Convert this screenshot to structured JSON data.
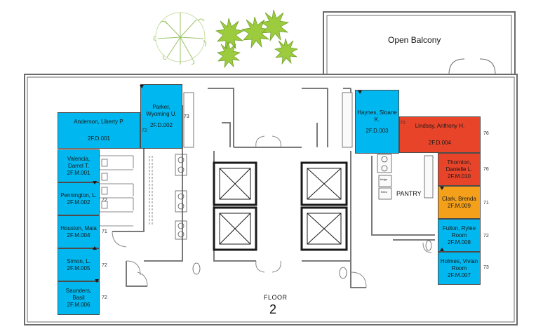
{
  "colors": {
    "blue": "#00b7ef",
    "red": "#e8442a",
    "orange": "#f5a01a",
    "wall": "#6b6b6b"
  },
  "balcony": {
    "label": "Open Balcony"
  },
  "floor": {
    "label": "FLOOR",
    "number": "2"
  },
  "pantry": {
    "label": "PANTRY",
    "fridge": "fridge",
    "freezer": "freez"
  },
  "rooms": [
    {
      "id": "2F.D.001",
      "name": "Anderson, Liberty P.",
      "code": "2F.D.001",
      "color": "blue"
    },
    {
      "id": "2F.D.002",
      "name": "Parker, Wyoming U.",
      "code": "2F.D.002",
      "color": "blue"
    },
    {
      "id": "2F.D.003",
      "name": "Haynes, Sloane K.",
      "code": "2F.D.003",
      "color": "blue"
    },
    {
      "id": "2F.D.004",
      "name": "Lindsay, Anthony H.",
      "code": "2F.D.004",
      "color": "red"
    },
    {
      "id": "2F.M.001",
      "name": "Valencia, Darrel T.",
      "code": "2F.M.001",
      "color": "blue"
    },
    {
      "id": "2F.M.002",
      "name": "Pennington, L.",
      "code": "2F.M.002",
      "color": "blue"
    },
    {
      "id": "2F.M.004",
      "name": "Houston, Maia",
      "code": "2F.M.004",
      "color": "blue"
    },
    {
      "id": "2F.M.005",
      "name": "Simon, L.",
      "code": "2F.M.005",
      "color": "blue"
    },
    {
      "id": "2F.M.006",
      "name": "Saunders, Basil",
      "code": "2F.M.006",
      "color": "blue"
    },
    {
      "id": "2F.M.010",
      "name": "Thornton, Danielle L.",
      "code": "2F.M.010",
      "color": "red"
    },
    {
      "id": "2F.M.009",
      "name": "Clark, Brenda",
      "code": "2F.M.009",
      "color": "orange"
    },
    {
      "id": "2F.M.008",
      "name": "Fulton, Rylee Room",
      "code": "2F.M.008",
      "color": "blue"
    },
    {
      "id": "2F.M.007",
      "name": "Holmes, Vivian Room",
      "code": "2F.M.007",
      "color": "blue"
    }
  ],
  "numbers": {
    "n73": "73",
    "n72": "72",
    "n70": "70",
    "n76": "76",
    "n71": "71"
  }
}
